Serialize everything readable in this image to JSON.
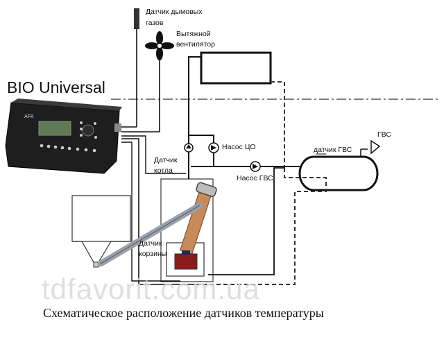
{
  "brand": "BIO Universal",
  "labels": {
    "flue_sensor": [
      "Датчик дымовых",
      "газов"
    ],
    "exhaust_fan": [
      "Вытяжной",
      "вентилятор"
    ],
    "boiler_sensor": [
      "Датчик",
      "котла"
    ],
    "pump_co": "Насос ЦО",
    "pump_dhw": "Насос ГВС",
    "dhw_sensor": "датчик ГВС",
    "dhw": "ГВС",
    "basket_sensor": [
      "Датчик",
      "корзины"
    ]
  },
  "controller_brand": "AFK",
  "caption": "Схематическое расположение датчиков температуры",
  "watermark": "tdfavorit.com.ua"
}
